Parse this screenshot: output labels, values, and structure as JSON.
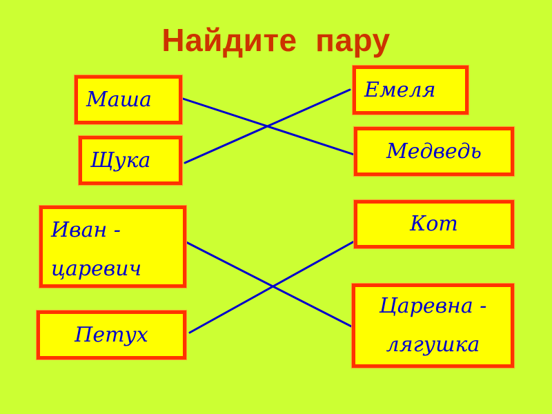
{
  "title": "Найдите  пару",
  "colors": {
    "background": "#ccff33",
    "title": "#cc3300",
    "card_fill": "#ffff00",
    "card_border": "#ff3300",
    "card_text": "#0000cc",
    "connector": "#0000cc"
  },
  "left_column": [
    {
      "id": "masha",
      "label": "Маша"
    },
    {
      "id": "shchuka",
      "label": "Щука"
    },
    {
      "id": "ivan",
      "label": "Иван -\nцаревич"
    },
    {
      "id": "petukh",
      "label": "Петух"
    }
  ],
  "right_column": [
    {
      "id": "emelya",
      "label": "Емеля"
    },
    {
      "id": "medved",
      "label": "Медведь"
    },
    {
      "id": "kot",
      "label": "Кот"
    },
    {
      "id": "tsarevna",
      "label": "Царевна -\nлягушка"
    }
  ],
  "connections": [
    {
      "from": "Маша",
      "to": "Медведь"
    },
    {
      "from": "Щука",
      "to": "Емеля"
    },
    {
      "from": "Иван - царевич",
      "to": "Царевна - лягушка"
    },
    {
      "from": "Петух",
      "to": "Кот"
    }
  ]
}
